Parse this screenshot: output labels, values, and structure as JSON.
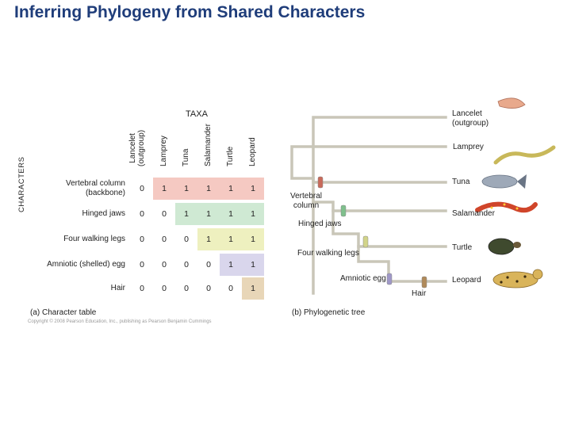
{
  "title": "Inferring Phylogeny from Shared Characters",
  "table": {
    "header": "TAXA",
    "side_label": "CHARACTERS",
    "columns": [
      "Lancelet\n(outgroup)",
      "Lamprey",
      "Tuna",
      "Salamander",
      "Turtle",
      "Leopard"
    ],
    "rows": [
      {
        "label": "Vertebral column\n(backbone)",
        "values": [
          "0",
          "1",
          "1",
          "1",
          "1",
          "1"
        ]
      },
      {
        "label": "Hinged jaws",
        "values": [
          "0",
          "0",
          "1",
          "1",
          "1",
          "1"
        ]
      },
      {
        "label": "Four walking legs",
        "values": [
          "0",
          "0",
          "0",
          "1",
          "1",
          "1"
        ]
      },
      {
        "label": "Amniotic (shelled) egg",
        "values": [
          "0",
          "0",
          "0",
          "0",
          "1",
          "1"
        ]
      },
      {
        "label": "Hair",
        "values": [
          "0",
          "0",
          "0",
          "0",
          "0",
          "1"
        ]
      }
    ],
    "caption": "(a) Character table",
    "copyright": "Copyright © 2008 Pearson Education, Inc., publishing as Pearson Benjamin Cummings"
  },
  "tree": {
    "caption": "(b) Phylogenetic tree",
    "taxa": [
      "Lancelet\n(outgroup)",
      "Lamprey",
      "Tuna",
      "Salamander",
      "Turtle",
      "Leopard"
    ],
    "characters": [
      "Vertebral\ncolumn",
      "Hinged jaws",
      "Four walking legs",
      "Amniotic egg",
      "Hair"
    ]
  },
  "colors": {
    "title": "#1f3d7a",
    "row_colors": [
      "#f5c9c2",
      "#cfe9d3",
      "#eef0bf",
      "#d9d6ec",
      "#e8d6b8"
    ],
    "branch": "#c9c6b8",
    "marker_colors": [
      "#c96a5a",
      "#7fc08c",
      "#d2d489",
      "#9f98c8",
      "#b08a5a"
    ]
  }
}
